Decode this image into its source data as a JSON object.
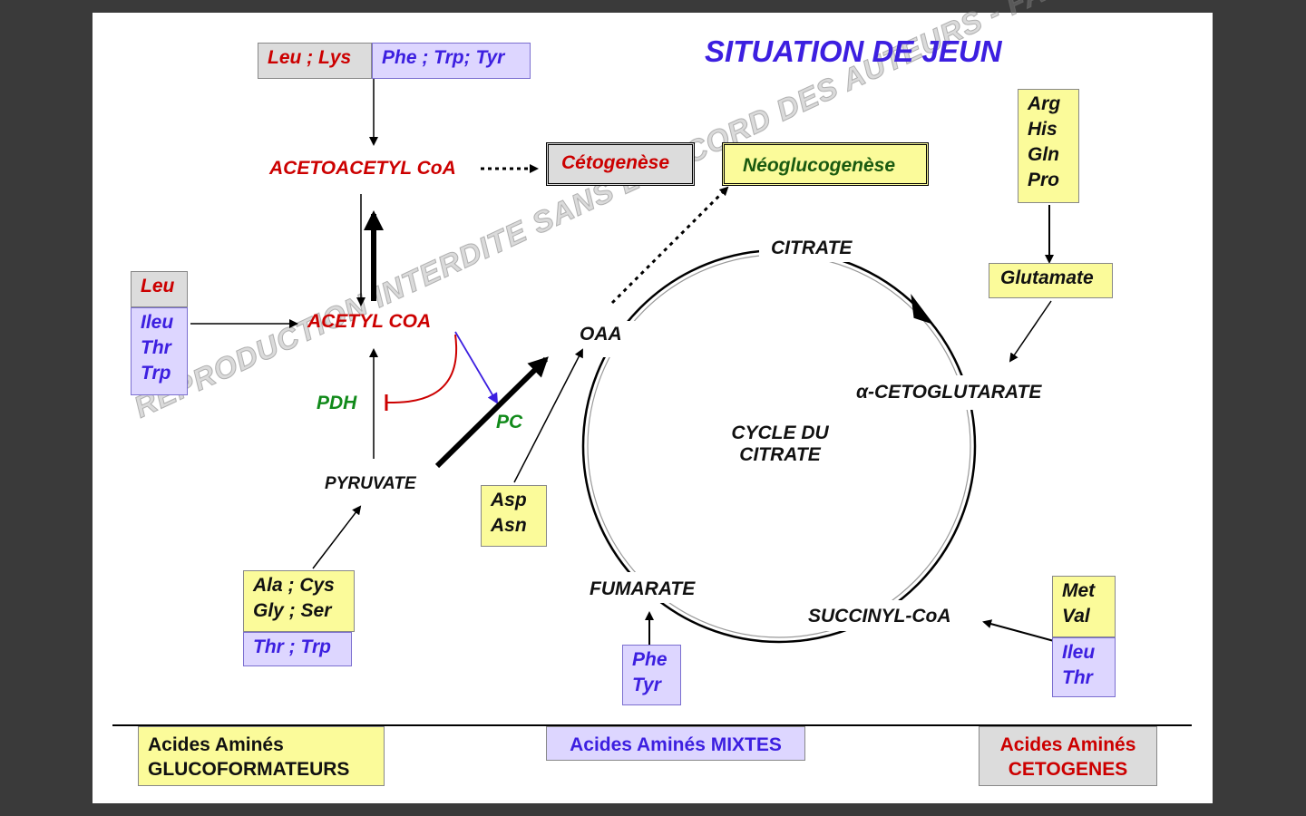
{
  "title": "SITUATION DE JEUN",
  "watermark": "REPRODUCTION INTERDITE SANS L'ACCORD DES AUTEURS - FACULTE DE MEDECINE - UNS",
  "top_box": {
    "left": "Leu ; Lys",
    "right": "Phe ; Trp; Tyr"
  },
  "acetoacetyl": "ACETOACETYL CoA",
  "cetogenese": "Cétogenèse",
  "neoglucogenese": "Néoglucogenèse",
  "acetyl_coa": "ACETYL COA",
  "pdh": "PDH",
  "pc": "PC",
  "pyruvate": "PYRUVATE",
  "oaa": "OAA",
  "citrate": "CITRATE",
  "cycle_line1": "CYCLE DU",
  "cycle_line2": "CITRATE",
  "alpha_keto": "α-CETOGLUTARATE",
  "fumarate": "FUMARATE",
  "succinyl": "SUCCINYL-CoA",
  "glutamate": "Glutamate",
  "left_box": {
    "top": "Leu",
    "bottom": [
      "Ileu",
      "Thr",
      "Trp"
    ]
  },
  "arg_box": [
    "Arg",
    "His",
    "Gln",
    "Pro"
  ],
  "asp_box": [
    "Asp",
    "Asn"
  ],
  "ala_box": {
    "top": [
      "Ala ; Cys",
      "Gly ; Ser"
    ],
    "bottom": "Thr ; Trp"
  },
  "phe_box": [
    "Phe",
    "Tyr"
  ],
  "met_box": {
    "top": [
      "Met",
      "Val"
    ],
    "bottom": [
      "Ileu",
      "Thr"
    ]
  },
  "legend": {
    "gluco_line1": "Acides Aminés",
    "gluco_line2": "GLUCOFORMATEURS",
    "mixtes": "Acides Aminés MIXTES",
    "ceto_line1": "Acides Aminés",
    "ceto_line2": "CETOGENES"
  },
  "colors": {
    "glucoformateur_yellow": "#fbfb9a",
    "mixte_lavender": "#ddd6ff",
    "cetogene_grey": "#dcdcdc",
    "red_text": "#cc0000",
    "blue_text": "#3c1fe0",
    "green_text": "#118a1a"
  }
}
